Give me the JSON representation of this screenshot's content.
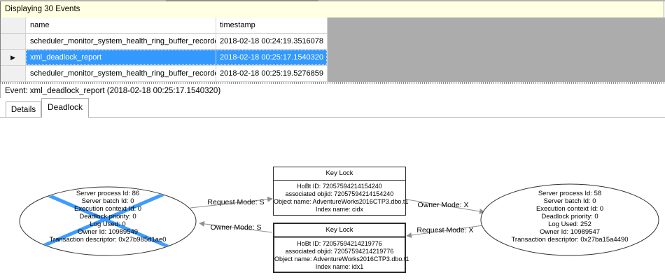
{
  "info_bar": {
    "text": "Displaying 30 Events"
  },
  "icons": {
    "row_selector": "▶"
  },
  "events_table": {
    "columns": [
      "name",
      "timestamp"
    ],
    "rows": [
      {
        "name": "scheduler_monitor_system_health_ring_buffer_recorded",
        "timestamp": "2018-02-18 00:24:19.3516078",
        "selected": false
      },
      {
        "name": "xml_deadlock_report",
        "timestamp": "2018-02-18 00:25:17.1540320",
        "selected": true
      },
      {
        "name": "scheduler_monitor_system_health_ring_buffer_recorded",
        "timestamp": "2018-02-18 00:25:19.5276859",
        "selected": false
      }
    ]
  },
  "event_bar": {
    "text": "Event: xml_deadlock_report (2018-02-18 00:25:17.1540320)"
  },
  "tabs": [
    {
      "label": "Details",
      "active": false
    },
    {
      "label": "Deadlock",
      "active": true
    }
  ],
  "colors": {
    "selection_blue": "#3399FF",
    "victim_cross_blue": "#3E9CFF",
    "info_bar_yellow": "#FFFFE1",
    "grid_filler_gray": "#ACACAC",
    "edge_gray": "#909090"
  },
  "deadlock_graph": {
    "processes": {
      "left": {
        "victim": true,
        "lines": [
          "Server process Id: 86",
          "Server batch Id: 0",
          "Execution context Id: 0",
          "Deadlock priority: 0",
          "Log Used: 0",
          "Owner Id: 10989549",
          "Transaction descriptor: 0x27b985d1ae0"
        ]
      },
      "right": {
        "victim": false,
        "lines": [
          "Server process Id: 58",
          "Server batch Id: 0",
          "Execution context Id: 0",
          "Deadlock priority: 0",
          "Log Used: 252",
          "Owner Id: 10989547",
          "Transaction descriptor: 0x27ba15a4490"
        ]
      }
    },
    "resources": {
      "top": {
        "title": "Key Lock",
        "lines": [
          "HoBt ID: 72057594214154240",
          "associated objid: 72057594214154240",
          "Object name: AdventureWorks2016CTP3.dbo.t1",
          "Index name: cidx"
        ]
      },
      "bottom": {
        "title": "Key Lock",
        "lines": [
          "HoBt ID: 72057594214219776",
          "associated objid: 72057594214219776",
          "Object name: AdventureWorks2016CTP3.dbo.t1",
          "Index name: idx1"
        ]
      }
    },
    "edges": [
      {
        "label": "Request Mode: S",
        "from": "left-process",
        "to": "top-resource"
      },
      {
        "label": "Owner Mode: S",
        "from": "bottom-resource",
        "to": "left-process"
      },
      {
        "label": "Owner Mode: X",
        "from": "top-resource",
        "to": "right-process"
      },
      {
        "label": "Request Mode: X",
        "from": "right-process",
        "to": "bottom-resource"
      }
    ]
  }
}
